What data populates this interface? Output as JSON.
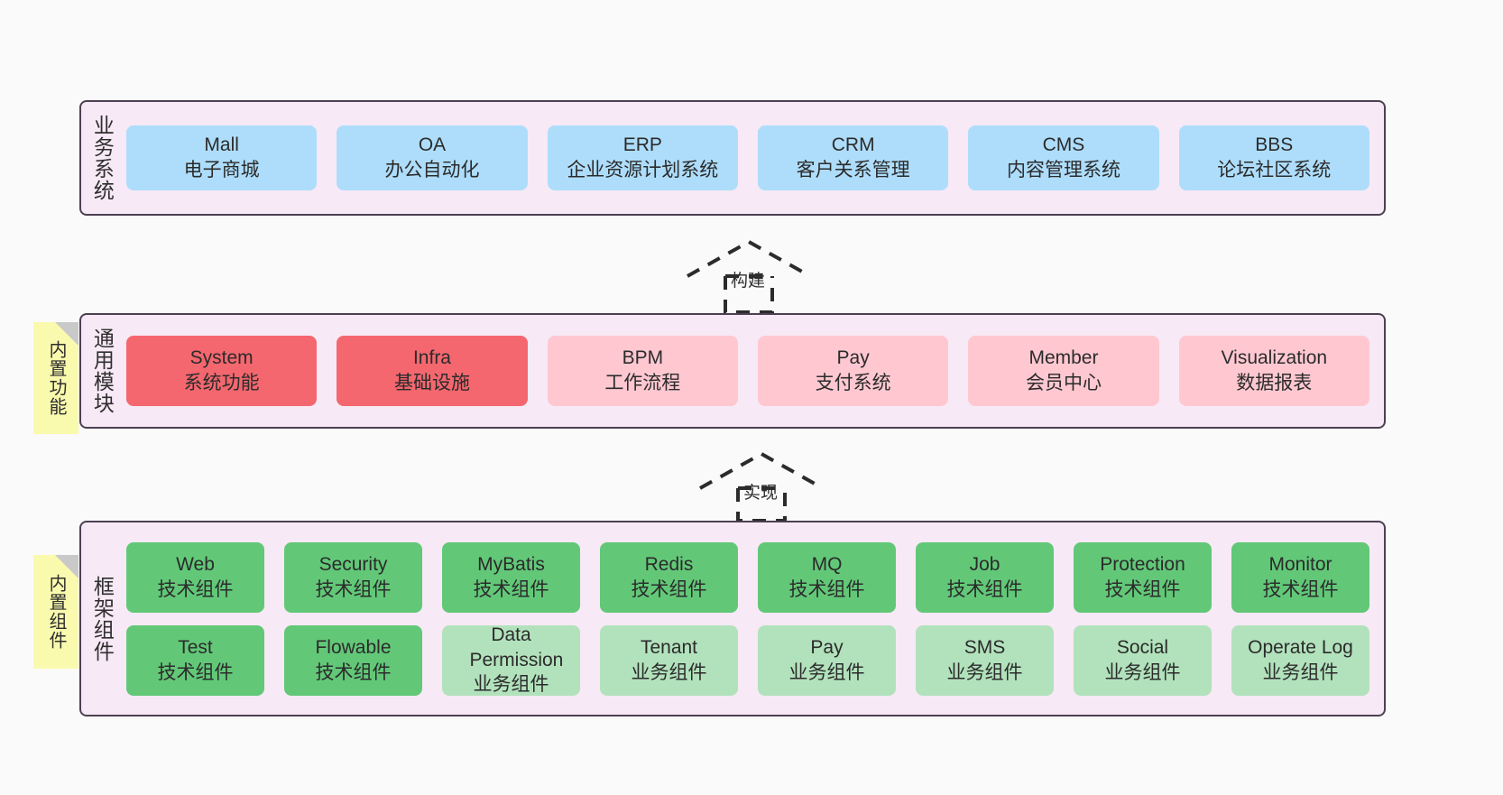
{
  "diagram": {
    "title": "分层架构图",
    "colors": {
      "canvas": "#fafafa",
      "layer_bg": "#f7e9f5",
      "layer_border": "#4d4052",
      "blue": "#aeddfb",
      "red": "#f4676f",
      "pink": "#ffc8d1",
      "green": "#62c878",
      "light_green": "#b2e2bc",
      "sticky_yellow": "#fafaae",
      "sticky_fold": "#c9c9c9"
    }
  },
  "layers": [
    {
      "id": "business-system",
      "title": "业务系统",
      "rows": [
        {
          "cells": [
            {
              "en": "Mall",
              "cn": "电子商城",
              "color": "c-blue"
            },
            {
              "en": "OA",
              "cn": "办公自动化",
              "color": "c-blue"
            },
            {
              "en": "ERP",
              "cn": "企业资源计划系统",
              "color": "c-blue"
            },
            {
              "en": "CRM",
              "cn": "客户关系管理",
              "color": "c-blue"
            },
            {
              "en": "CMS",
              "cn": "内容管理系统",
              "color": "c-blue"
            },
            {
              "en": "BBS",
              "cn": "论坛社区系统",
              "color": "c-blue"
            }
          ]
        }
      ]
    },
    {
      "id": "common-module",
      "title": "通用模块",
      "rows": [
        {
          "cells": [
            {
              "en": "System",
              "cn": "系统功能",
              "color": "c-red"
            },
            {
              "en": "Infra",
              "cn": "基础设施",
              "color": "c-red"
            },
            {
              "en": "BPM",
              "cn": "工作流程",
              "color": "c-pink"
            },
            {
              "en": "Pay",
              "cn": "支付系统",
              "color": "c-pink"
            },
            {
              "en": "Member",
              "cn": "会员中心",
              "color": "c-pink"
            },
            {
              "en": "Visualization",
              "cn": "数据报表",
              "color": "c-pink"
            }
          ]
        }
      ]
    },
    {
      "id": "framework-component",
      "title": "框架组件",
      "rows": [
        {
          "cells": [
            {
              "en": "Web",
              "cn": "技术组件",
              "color": "c-green"
            },
            {
              "en": "Security",
              "cn": "技术组件",
              "color": "c-green"
            },
            {
              "en": "MyBatis",
              "cn": "技术组件",
              "color": "c-green"
            },
            {
              "en": "Redis",
              "cn": "技术组件",
              "color": "c-green"
            },
            {
              "en": "MQ",
              "cn": "技术组件",
              "color": "c-green"
            },
            {
              "en": "Job",
              "cn": "技术组件",
              "color": "c-green"
            },
            {
              "en": "Protection",
              "cn": "技术组件",
              "color": "c-green"
            },
            {
              "en": "Monitor",
              "cn": "技术组件",
              "color": "c-green"
            }
          ]
        },
        {
          "cells": [
            {
              "en": "Test",
              "cn": "技术组件",
              "color": "c-green"
            },
            {
              "en": "Flowable",
              "cn": "技术组件",
              "color": "c-green"
            },
            {
              "en": "Data Permission",
              "cn": "业务组件",
              "color": "c-lightgreen"
            },
            {
              "en": "Tenant",
              "cn": "业务组件",
              "color": "c-lightgreen"
            },
            {
              "en": "Pay",
              "cn": "业务组件",
              "color": "c-lightgreen"
            },
            {
              "en": "SMS",
              "cn": "业务组件",
              "color": "c-lightgreen"
            },
            {
              "en": "Social",
              "cn": "业务组件",
              "color": "c-lightgreen"
            },
            {
              "en": "Operate Log",
              "cn": "业务组件",
              "color": "c-lightgreen"
            }
          ]
        }
      ]
    }
  ],
  "sticky_notes": [
    {
      "id": "builtin-function",
      "label": "内置功能"
    },
    {
      "id": "builtin-component",
      "label": "内置组件"
    }
  ],
  "connectors": [
    {
      "id": "build",
      "label": "构建"
    },
    {
      "id": "implement",
      "label": "实现"
    }
  ]
}
